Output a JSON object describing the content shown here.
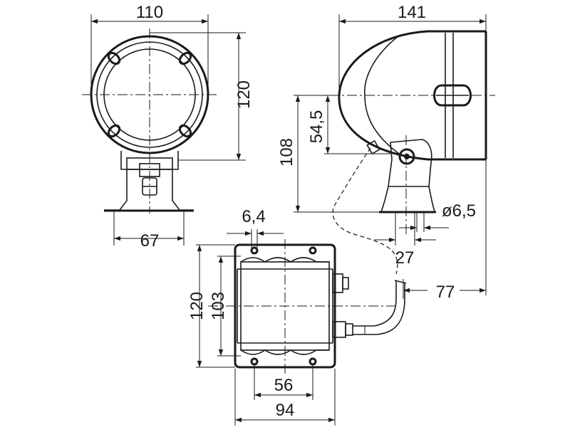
{
  "dimensions": {
    "front_width": "110",
    "front_height": "120",
    "bracket_width": "67",
    "side_length": "141",
    "side_height": "108",
    "center_height": "54,5",
    "hole_diameter": "ø6,5",
    "mount_width": "27",
    "cable_offset": "77",
    "box_hole_dia": "6,4",
    "box_height_outer": "120",
    "box_height_inner": "103",
    "box_hole_spacing": "56",
    "box_width": "94"
  }
}
